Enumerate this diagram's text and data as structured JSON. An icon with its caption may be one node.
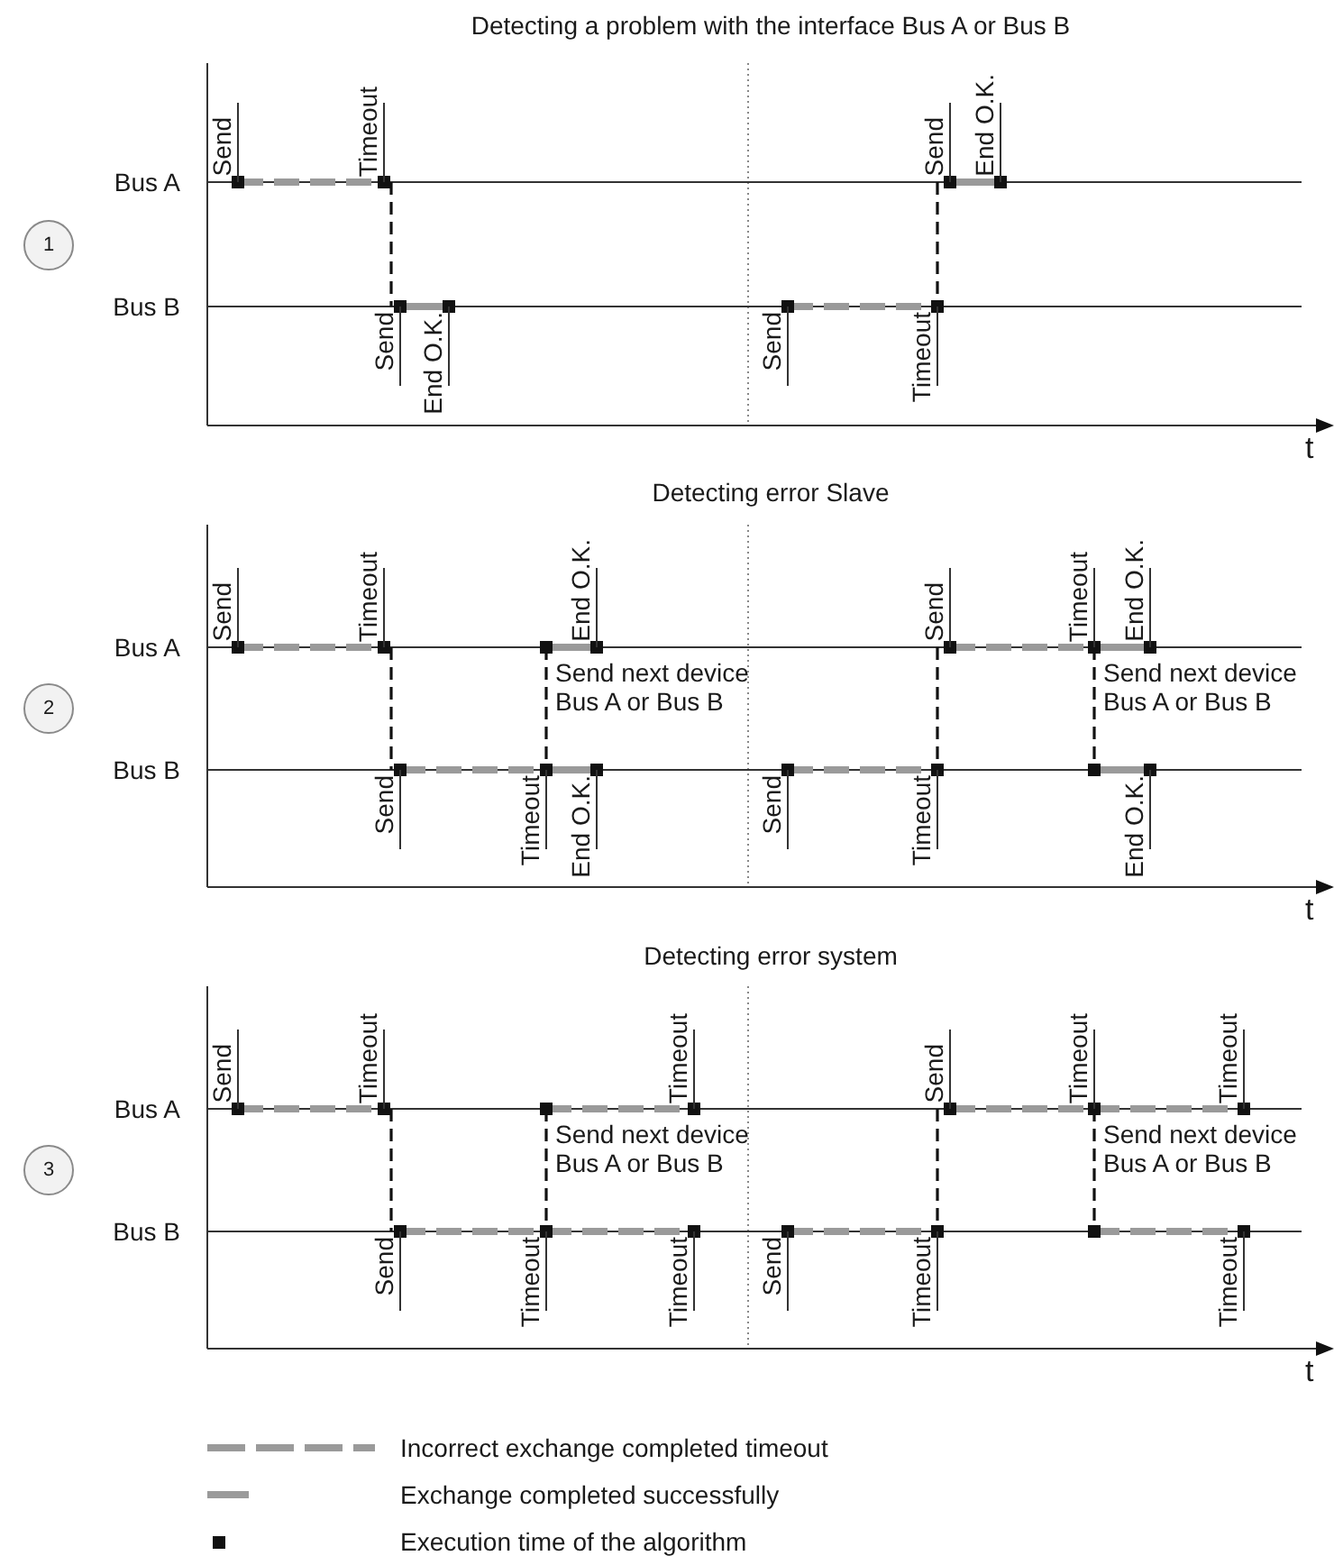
{
  "diagram": {
    "nodes": [
      {
        "text": [
          "1"
        ]
      },
      {
        "text": [
          "2"
        ]
      },
      {
        "text": [
          "3"
        ]
      }
    ],
    "labels": [
      "Detecting a problem with the interface Bus A or Bus B",
      "Bus A",
      "Bus B",
      "Send",
      "Timeout",
      "Send",
      "End O.K.",
      "Send",
      "End O.K.",
      "Send",
      "Timeout",
      "t",
      "Detecting error Slave",
      "Bus A",
      "Bus B",
      "Send",
      "Timeout",
      "End O.K.",
      "Send",
      "Timeout",
      "End O.K.",
      "Send next device Bus A or Bus B",
      "Send next device Bus A or Bus B",
      "Send",
      "Timeout",
      "End O.K.",
      "Send",
      "Timeout",
      "End O.K.",
      "t",
      "Detecting error system",
      "Bus A",
      "Bus B",
      "Send",
      "Timeout",
      "Timeout",
      "Send",
      "Timeout",
      "Timeout",
      "Send next device Bus A or Bus B",
      "Send next device Bus A or Bus B",
      "Send",
      "Timeout",
      "Timeout",
      "Send",
      "Timeout",
      "Timeout",
      "t"
    ],
    "legend": [
      {
        "text": "Incorrect exchange completed timeout"
      },
      {
        "text": "Exchange completed successfully"
      },
      {
        "text": "Execution time of the algorithm"
      }
    ]
  }
}
